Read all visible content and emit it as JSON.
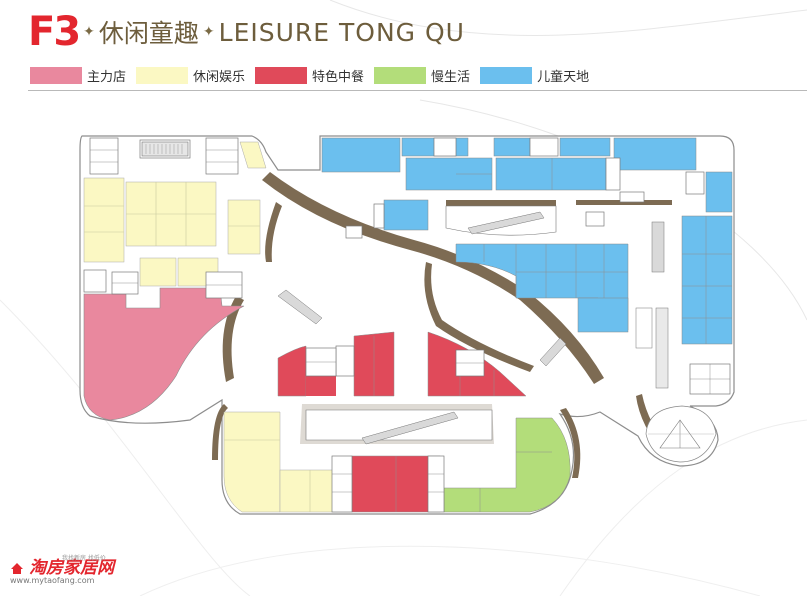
{
  "title": {
    "floor": "F3",
    "chinese": "休闲童趣",
    "english": "LEISURE TONG QU",
    "spark": "✦"
  },
  "colors": {
    "anchor": "#e9889e",
    "leisure": "#fbf8c3",
    "dining": "#e04a5a",
    "living": "#b3dd7a",
    "kids": "#6bbfee",
    "corridor": "#ffffff",
    "shadow": "#7d6b53",
    "outline": "#8d8d8d",
    "brand": "#e3262e",
    "title": "#6d5d3c"
  },
  "legend": [
    {
      "key": "anchor",
      "label": "主力店"
    },
    {
      "key": "leisure",
      "label": "休闲娱乐"
    },
    {
      "key": "dining",
      "label": "特色中餐"
    },
    {
      "key": "living",
      "label": "慢生活"
    },
    {
      "key": "kids",
      "label": "儿童天地"
    }
  ],
  "watermark": {
    "brand": "淘房家居网",
    "url": "www.mytaofang.com",
    "slogan": "我找新房 找低价"
  }
}
